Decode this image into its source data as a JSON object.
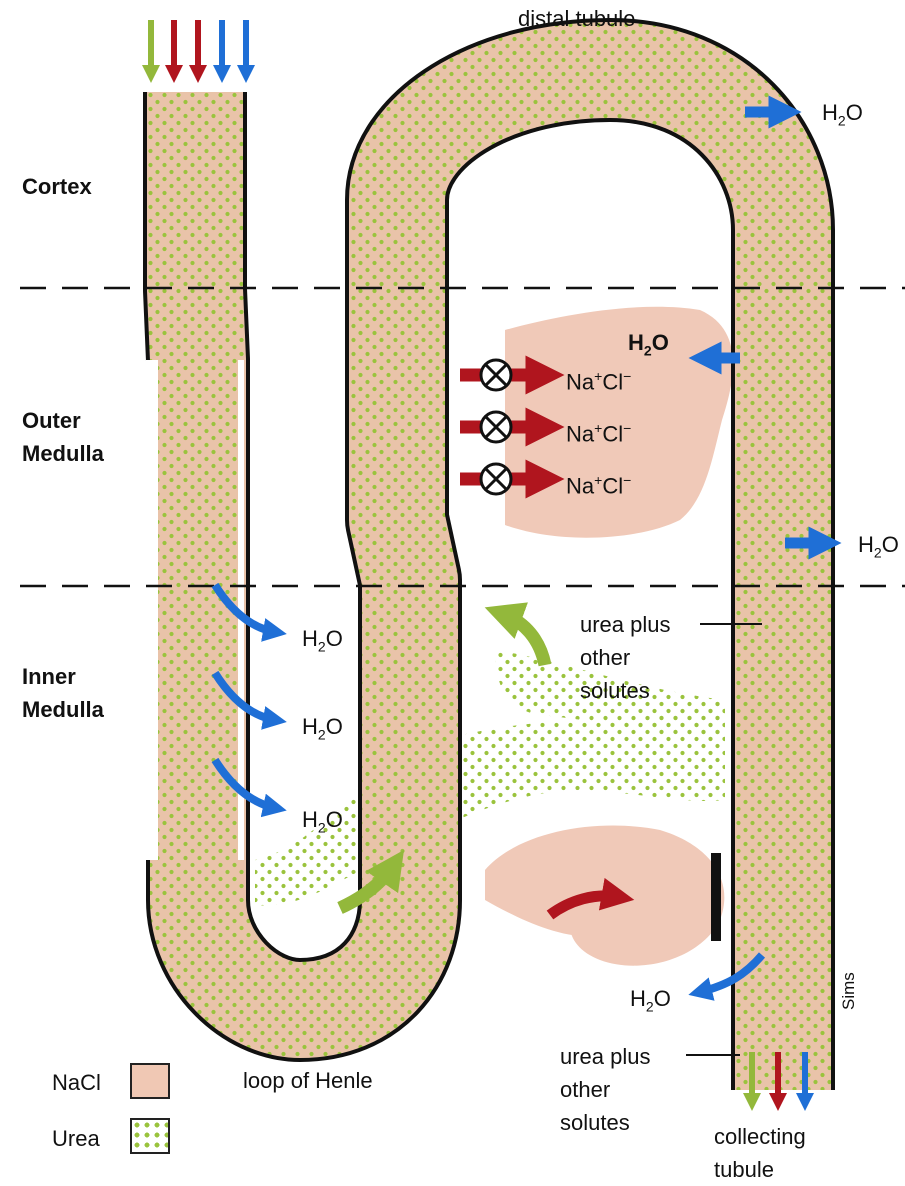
{
  "zones": {
    "cortex": "Cortex",
    "outer_medulla": [
      "Outer",
      "Medulla"
    ],
    "inner_medulla": [
      "Inner",
      "Medulla"
    ]
  },
  "labels": {
    "distal_tubule": "distal tubule",
    "loop_of_henle": "loop of Henle",
    "collecting_tubule": [
      "collecting",
      "tubule"
    ],
    "urea_plus_other_solutes_mid": [
      "urea plus",
      "other",
      "solutes"
    ],
    "urea_plus_other_solutes_bottom": [
      "urea plus",
      "other",
      "solutes"
    ],
    "artist": "Sims"
  },
  "water": {
    "base": "H",
    "sub": "2",
    "tail": "O"
  },
  "nacl_ion": {
    "na": "Na",
    "plus": "+",
    "cl": "Cl",
    "minus": "−"
  },
  "legend": [
    {
      "label": "NaCl",
      "fill": "#f0c8b4"
    },
    {
      "label": "Urea",
      "fill": "#ffffff"
    }
  ],
  "colors": {
    "tubule_fill": "#e9c3a9",
    "interstitium_fill": "#f0c9b8",
    "urea_dot": "#9ac33d",
    "water_arrow": "#1f6fd6",
    "nacl_arrow": "#b0151e",
    "urea_arrow": "#93b83b",
    "outline": "#111111",
    "dashed_boundary": "#111111"
  },
  "icons": {
    "pump": "circled-x-pump-icon",
    "arrow_water": "blue-arrow-icon",
    "arrow_nacl": "red-arrow-icon",
    "arrow_urea": "green-arrow-icon"
  }
}
